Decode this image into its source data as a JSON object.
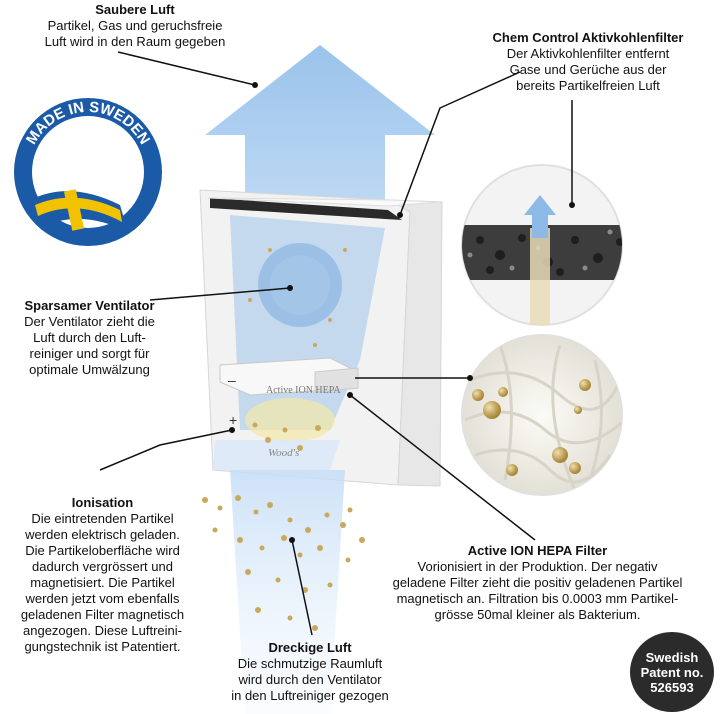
{
  "clean_air": {
    "title": "Saubere Luft",
    "desc": "Partikel, Gas und geruchsfreie\nLuft wird in den Raum gegeben"
  },
  "chem_filter": {
    "title": "Chem Control Aktivkohlenfilter",
    "desc": "Der Aktivkohlenfilter entfernt\nGase und Gerüche aus der\nbereits Partikelfreien Luft"
  },
  "fan": {
    "title": "Sparsamer Ventilator",
    "desc": "Der Ventilator zieht die\nLuft durch den Luft-\nreiniger und sorgt für\noptimale Umwälzung"
  },
  "ionisation": {
    "title": "Ionisation",
    "desc": "Die eintretenden Partikel\nwerden elektrisch geladen.\nDie Partikeloberfläche wird\ndadurch vergrössert und\nmagnetisiert. Die Partikel\nwerden jetzt vom ebenfalls\ngeladenen Filter magnetisch\nangezogen. Diese Luftreini-\ngungstechnik ist Patentiert."
  },
  "hepa": {
    "title": "Active ION HEPA Filter",
    "desc": "Vorionisiert in der Produktion. Der negativ\ngeladene Filter zieht die positiv geladenen Partikel\nmagnetisch an. Filtration bis 0.0003 mm Partikel-\ngrösse 50mal kleiner als Bakterium."
  },
  "dirty_air": {
    "title": "Dreckige Luft",
    "desc": "Die schmutzige Raumluft\nwird durch den Ventilator\nin den Luftreiniger gezogen"
  },
  "badge_sweden": {
    "text": "MADE IN SWEDEN"
  },
  "patent": {
    "text": "Swedish\nPatent no.\n526593"
  },
  "device": {
    "filter_label": "Active ION HEPA",
    "brand": "Wood's",
    "minus_sign": "–",
    "plus_sign": "+"
  },
  "colors": {
    "arrow_blue": "#a9cbef",
    "device_white": "#f4f4f4",
    "particle": "#c9a85c",
    "sweden_blue": "#1a5aa6",
    "sweden_yellow": "#f2c200",
    "badge_dark": "#2b2b2b"
  }
}
